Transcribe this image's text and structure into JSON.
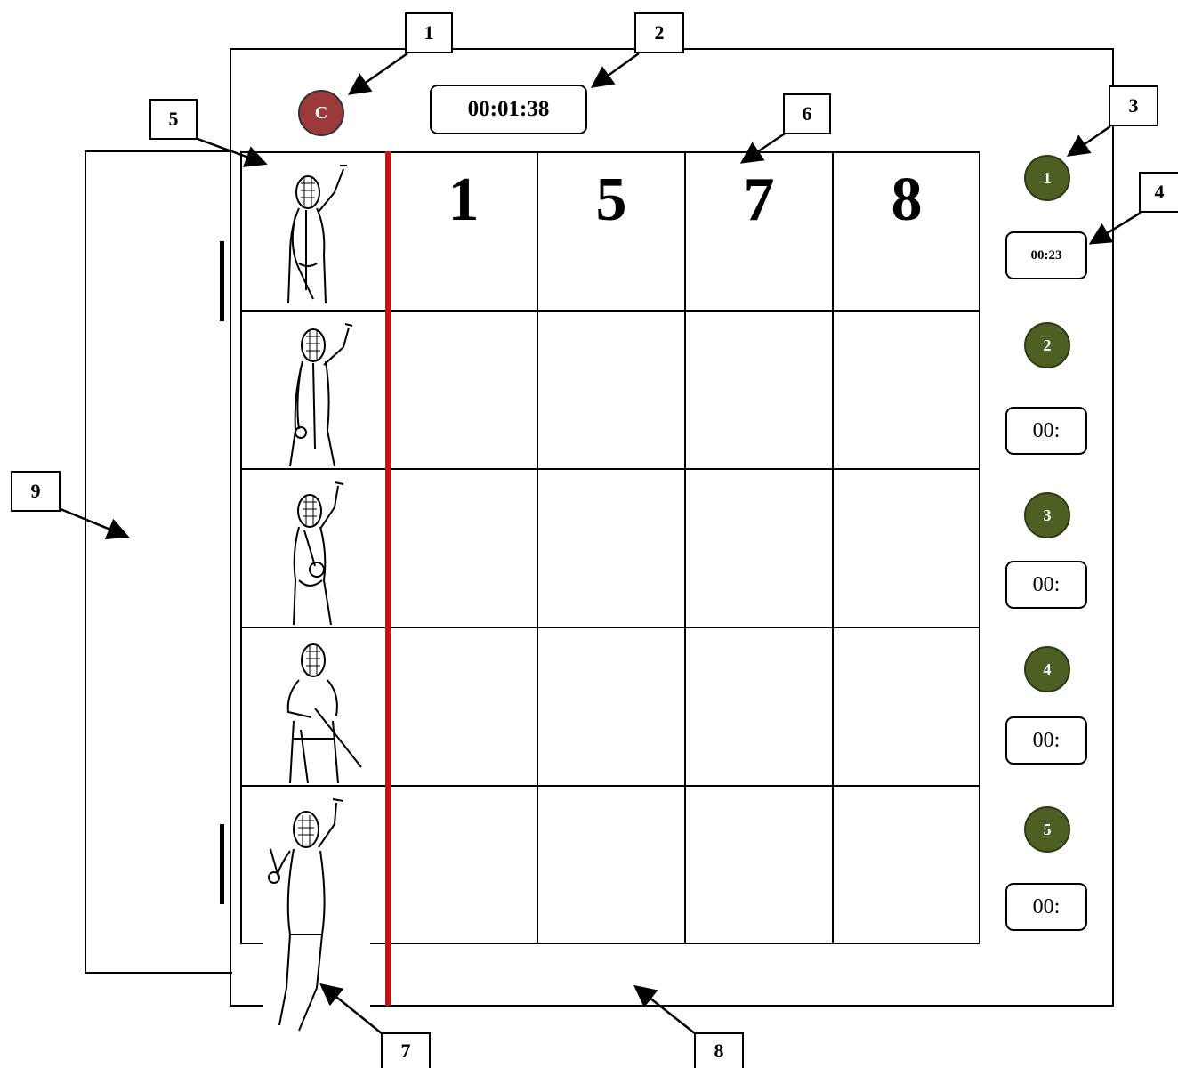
{
  "header": {
    "reset_label": "C",
    "timer": "00:01:38"
  },
  "grid": {
    "numbers": [
      "1",
      "5",
      "7",
      "8"
    ]
  },
  "stages": [
    {
      "label": "1",
      "time": "00:23"
    },
    {
      "label": "2",
      "time": "00:"
    },
    {
      "label": "3",
      "time": "00:"
    },
    {
      "label": "4",
      "time": "00:"
    },
    {
      "label": "5",
      "time": "00:"
    }
  ],
  "callouts": [
    "1",
    "2",
    "3",
    "4",
    "5",
    "6",
    "7",
    "8",
    "9"
  ],
  "colors": {
    "reset_button": "#9b3a3a",
    "stage_button": "#4e5f24",
    "divider_line": "#cc1111"
  },
  "icons": {
    "pose": "fencer-figure-icon"
  }
}
